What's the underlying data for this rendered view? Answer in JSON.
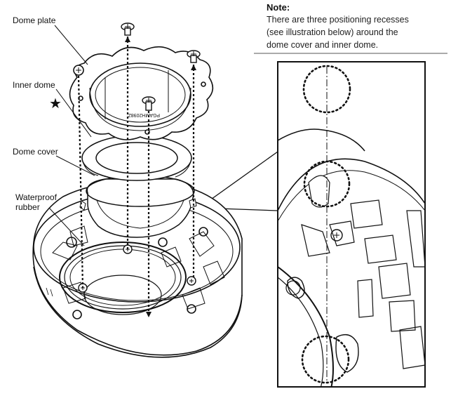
{
  "labels": {
    "dome_plate": "Dome plate",
    "inner_dome": "Inner dome",
    "dome_cover": "Dome cover",
    "waterproof_rubber_1": "Waterproof",
    "waterproof_rubber_2": "rubber",
    "star": "★",
    "plate_marking": "PGAMH2098Z"
  },
  "note": {
    "title": "Note:",
    "lines": [
      "There are three positioning recesses",
      "(see illustration below) around the",
      "dome cover and inner dome."
    ]
  },
  "icons": [
    "screw-icon",
    "star-icon",
    "dashed-circle-marker"
  ]
}
